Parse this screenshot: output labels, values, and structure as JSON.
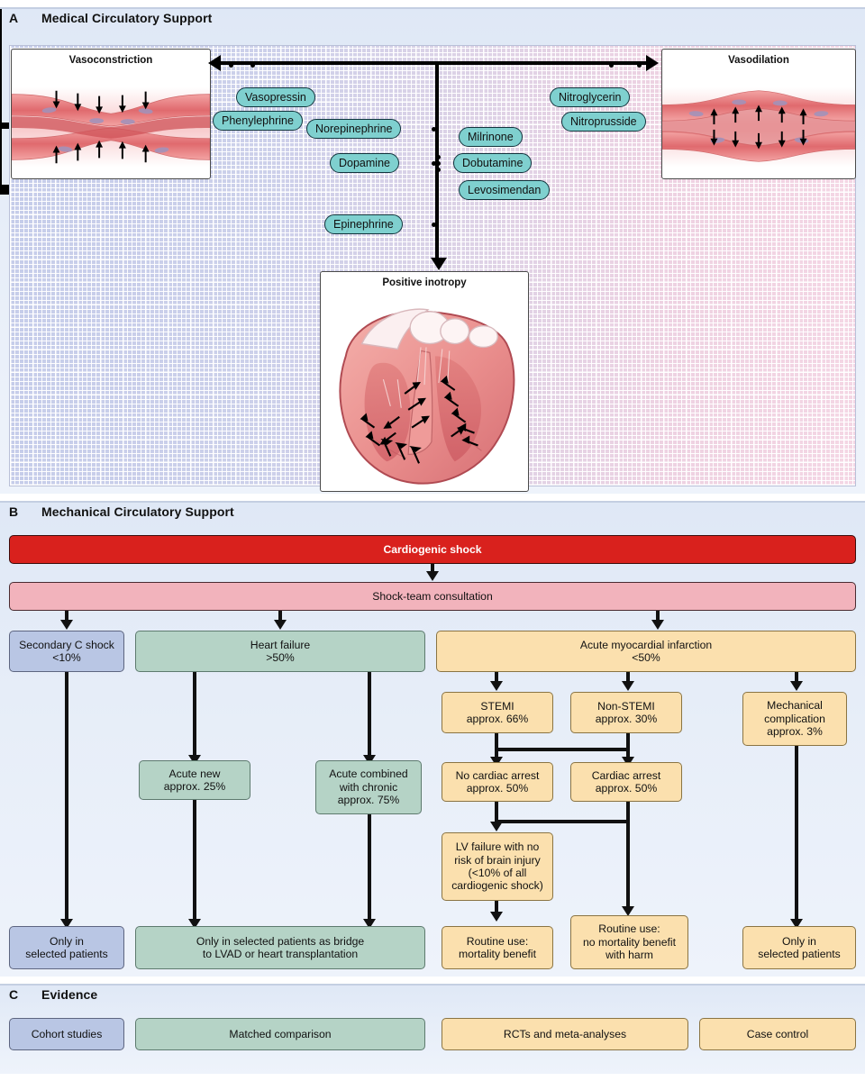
{
  "panelA": {
    "letter": "A",
    "title": "Medical Circulatory Support",
    "illustrations": {
      "vasoconstriction": "Vasoconstriction",
      "vasodilation": "Vasodilation",
      "inotropy": "Positive inotropy"
    },
    "vasoconstrictors": [
      {
        "label": "Vasopressin"
      },
      {
        "label": "Phenylephrine"
      },
      {
        "label": "Norepinephrine"
      },
      {
        "label": "Dopamine"
      },
      {
        "label": "Epinephrine"
      }
    ],
    "inotropes": [
      {
        "label": "Milrinone"
      },
      {
        "label": "Dobutamine"
      },
      {
        "label": "Levosimendan"
      }
    ],
    "vasodilators": [
      {
        "label": "Nitroglycerin"
      },
      {
        "label": "Nitroprusside"
      }
    ]
  },
  "panelB": {
    "letter": "B",
    "title": "Mechanical Circulatory Support",
    "root": "Cardiogenic shock",
    "consult": "Shock-team consultation",
    "tier1": [
      {
        "label": "Secondary C shock\n<10%",
        "color": "blue"
      },
      {
        "label": "Heart failure\n>50%",
        "color": "green"
      },
      {
        "label": "Acute myocardial infarction\n<50%",
        "color": "tan"
      }
    ],
    "tier2": [
      {
        "label": "Acute new\napprox. 25%",
        "color": "green"
      },
      {
        "label": "Acute combined\nwith chronic\napprox. 75%",
        "color": "green"
      },
      {
        "label": "STEMI\napprox. 66%",
        "color": "tan"
      },
      {
        "label": "Non-STEMI\napprox. 30%",
        "color": "tan"
      },
      {
        "label": "Mechanical\ncomplication\napprox. 3%",
        "color": "tan"
      }
    ],
    "tier3": [
      {
        "label": "No cardiac arrest\napprox. 50%",
        "color": "tan"
      },
      {
        "label": "Cardiac arrest\napprox. 50%",
        "color": "tan"
      }
    ],
    "tier4": [
      {
        "label": "LV failure with no\nrisk of brain injury\n(<10% of all\ncardiogenic shock)",
        "color": "tan"
      }
    ],
    "outcomes": [
      {
        "label": "Only in\nselected patients",
        "color": "blue"
      },
      {
        "label": "Only in selected patients as bridge\nto LVAD or heart transplantation",
        "color": "green"
      },
      {
        "label": "Routine use:\nmortality benefit",
        "color": "tan"
      },
      {
        "label": "Routine use:\nno mortality benefit\nwith harm",
        "color": "tan"
      },
      {
        "label": "Only in\nselected patients",
        "color": "tan"
      }
    ]
  },
  "panelC": {
    "letter": "C",
    "title": "Evidence",
    "items": [
      {
        "label": "Cohort studies",
        "color": "blue"
      },
      {
        "label": "Matched comparison",
        "color": "green"
      },
      {
        "label": "RCTs and meta-analyses",
        "color": "tan"
      },
      {
        "label": "Case control",
        "color": "tan"
      }
    ]
  },
  "colors": {
    "red": "#d9211d",
    "pink": "#f2b3bc",
    "blue": "#b9c6e4",
    "green": "#b5d3c6",
    "tan": "#fbe0ae",
    "teal": "#7fd0cf",
    "panel_bg": "#e3ebf7"
  }
}
